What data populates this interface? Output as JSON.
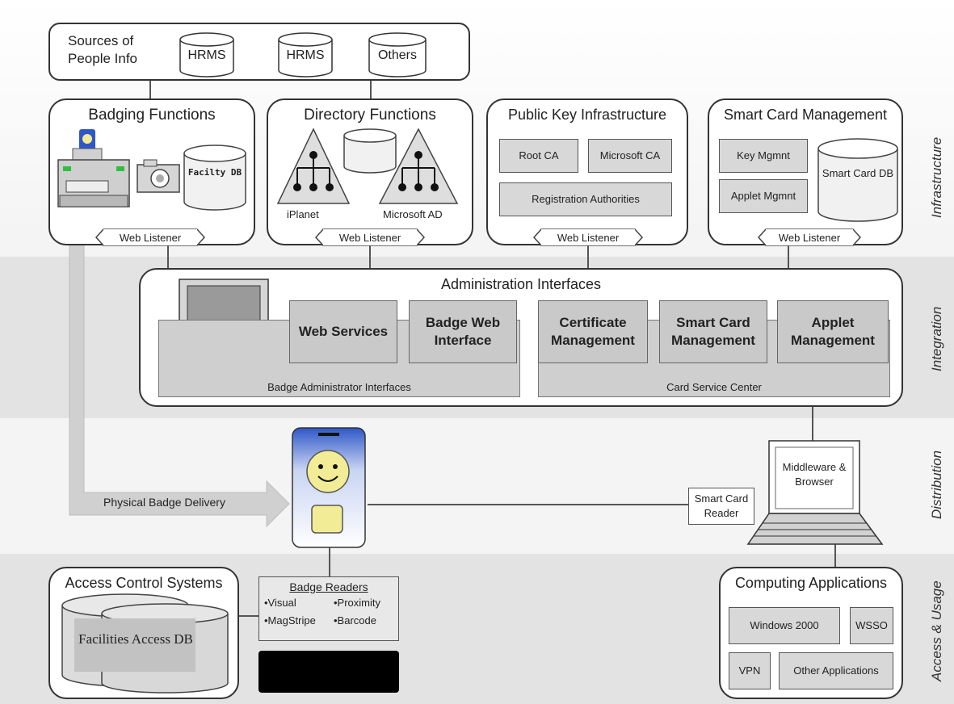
{
  "sources": {
    "label": "Sources of People Info",
    "db1": "HRMS",
    "db2": "HRMS",
    "db3": "Others"
  },
  "badging": {
    "title": "Badging Functions",
    "db": "Facilty DB",
    "listener": "Web Listener"
  },
  "directory": {
    "title": "Directory Functions",
    "left": "iPlanet",
    "right": "Microsoft AD",
    "listener": "Web Listener"
  },
  "pki": {
    "title": "Public Key Infrastructure",
    "root": "Root CA",
    "ms": "Microsoft CA",
    "reg": "Registration Authorities",
    "listener": "Web Listener"
  },
  "scm": {
    "title": "Smart Card Management",
    "key": "Key Mgmnt",
    "applet": "Applet Mgmnt",
    "db": "Smart Card DB",
    "listener": "Web Listener"
  },
  "admin": {
    "title": "Administration Interfaces",
    "web_services": "Web Services",
    "badge_web": "Badge Web Interface",
    "cert": "Certificate Management",
    "smart": "Smart Card Management",
    "applet": "Applet Management",
    "badge_admin": "Badge Administrator Interfaces",
    "csc": "Card Service Center"
  },
  "distribution": {
    "delivery": "Physical Badge Delivery",
    "middleware": "Middleware & Browser",
    "reader": "Smart Card Reader"
  },
  "access": {
    "title": "Access Control Systems",
    "db": "Facilities Access DB",
    "readers_title": "Badge Readers",
    "readers": [
      "•Visual",
      "•Proximity",
      "•MagStripe",
      "•Barcode"
    ]
  },
  "computing": {
    "title": "Computing Applications",
    "win": "Windows 2000",
    "wsso": "WSSO",
    "vpn": "VPN",
    "other": "Other Applications"
  },
  "side_labels": {
    "infra": "Infrastructure",
    "integ": "Integration",
    "dist": "Distribution",
    "access": "Access & Usage"
  },
  "colors": {
    "band_light": "#f2f2f2",
    "band_mid": "#e6e6e6",
    "gray_box": "#d8d8d8",
    "badge_yellow": "#f3ec97",
    "badge_blue": "#2f57c7"
  }
}
